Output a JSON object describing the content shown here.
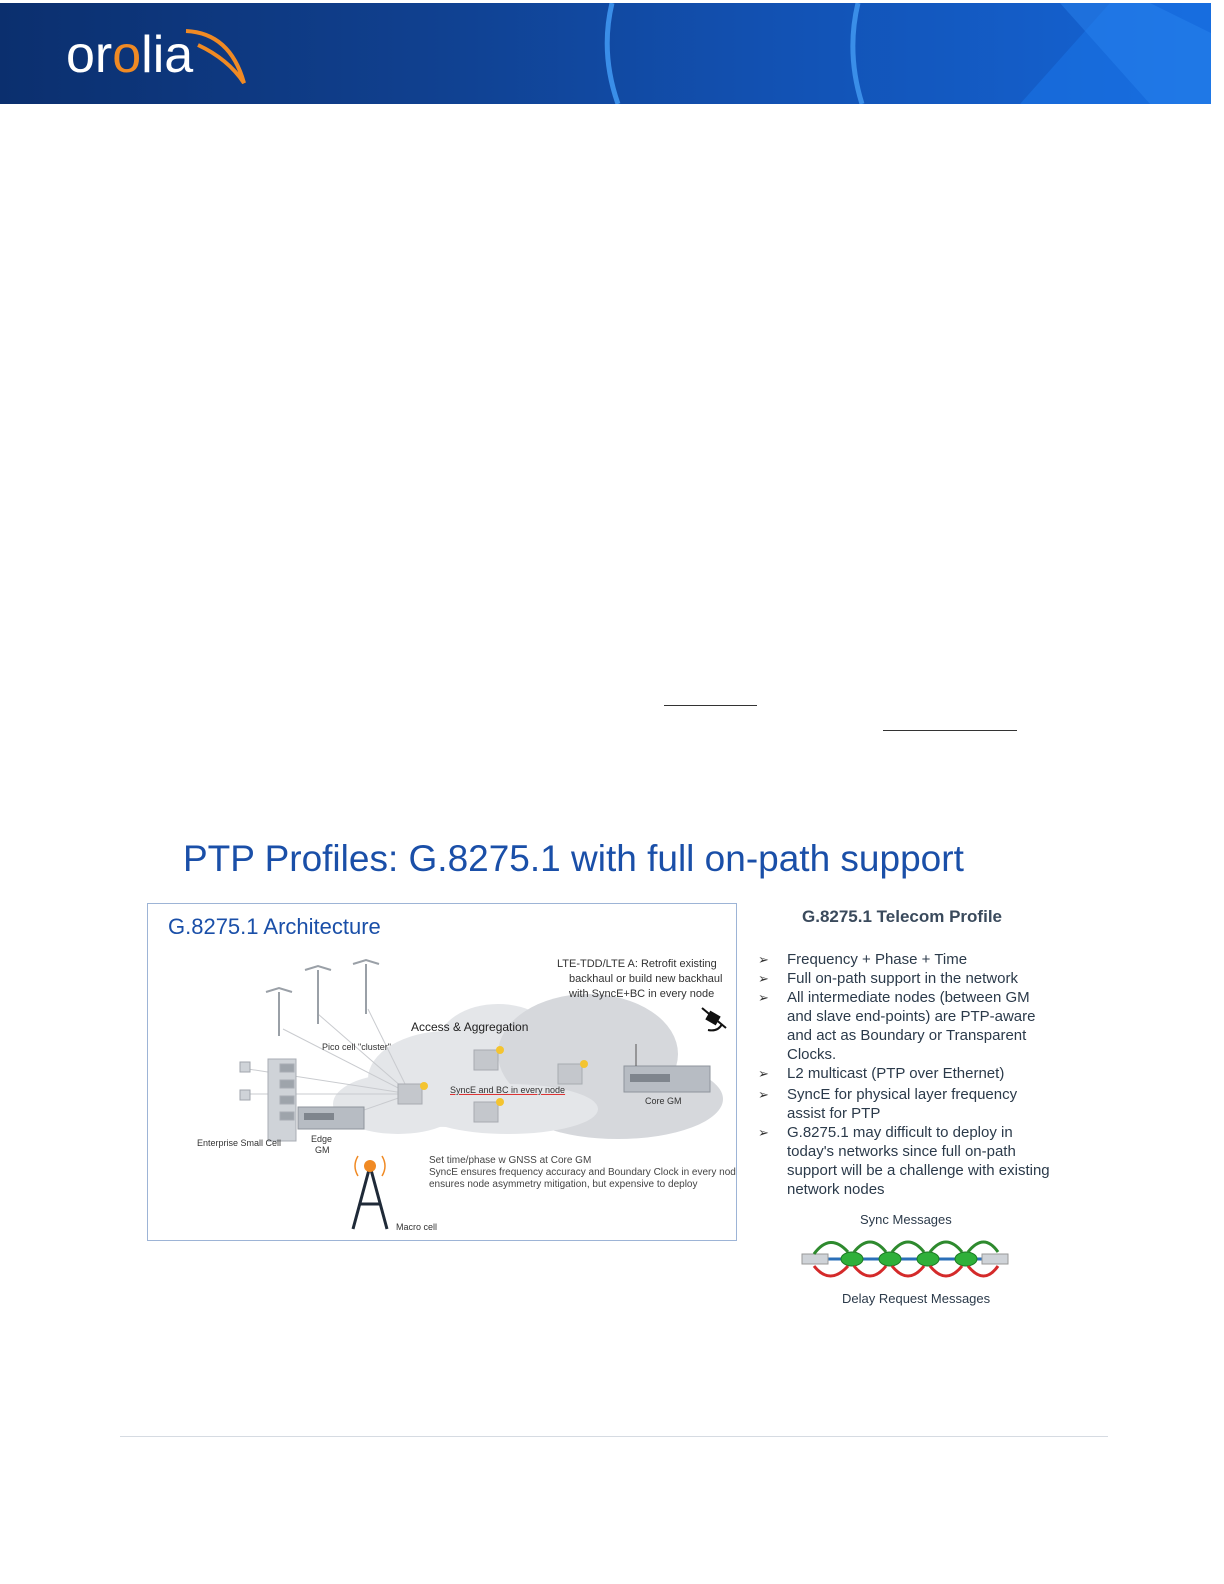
{
  "header": {
    "logo_text_a": "or",
    "logo_text_b": "o",
    "logo_text_c": "lia",
    "colors": {
      "brand_blue": "#10408f",
      "brand_orange": "#f08a24"
    }
  },
  "slide": {
    "title": "PTP Profiles: G.8275.1 with full on-path support",
    "architecture": {
      "title": "G.8275.1 Architecture",
      "lte_note": [
        "LTE-TDD/LTE A: Retrofit existing",
        "backhaul or build new backhaul",
        "with SyncE+BC in every node"
      ],
      "access_label": "Access & Aggregation",
      "pico_label": "Pico cell \"cluster\"",
      "synce_label": "SyncE and BC in every node",
      "core_gm_label": "Core GM",
      "enterprise_label": "Enterprise Small Cell",
      "edge_gm_label_1": "Edge",
      "edge_gm_label_2": "GM",
      "gnss_note": [
        "Set time/phase w GNSS at Core GM",
        "SyncE ensures frequency accuracy and Boundary Clock in every node",
        "ensures node asymmetry mitigation, but expensive to deploy"
      ],
      "macro_label": "Macro cell"
    },
    "profile": {
      "title": "G.8275.1 Telecom Profile",
      "bullets": [
        [
          "Frequency + Phase + Time"
        ],
        [
          "Full on-path support in the network"
        ],
        [
          "All intermediate nodes (between GM",
          "and slave end-points) are PTP-aware",
          "and act as Boundary or Transparent",
          "Clocks."
        ],
        [
          "L2 multicast (PTP over Ethernet)"
        ],
        [
          "SyncE for physical layer frequency",
          "assist for PTP"
        ],
        [
          "G.8275.1 may difficult to deploy in",
          "today's networks since full on-path",
          "support will be a challenge with existing",
          "network nodes"
        ]
      ],
      "bullet_mark": "➢",
      "sync_label": "Sync Messages",
      "delay_label": "Delay Request Messages"
    }
  }
}
